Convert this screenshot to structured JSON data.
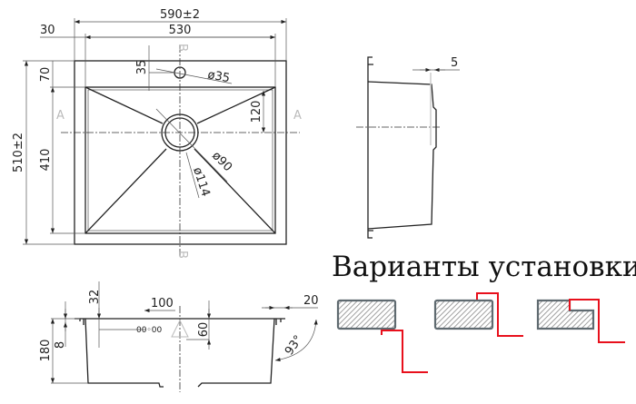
{
  "top_view": {
    "overall_width": "590±2",
    "bowl_width": "530",
    "rim_offset": "30",
    "overall_depth": "510±2",
    "bowl_depth": "410",
    "rear_rim": "70",
    "tap_hole_offset": "35",
    "tap_hole_diameter": "ø35",
    "drain_offset": "120",
    "drain_inner_diameter": "ø90",
    "drain_outer_diameter": "ø114",
    "section_a": "A",
    "section_b": "B"
  },
  "side_view": {
    "wall_slope": "5"
  },
  "section_view": {
    "rim_height": "32",
    "overflow_offset": "100",
    "overflow_height": "60",
    "flange_width": "20",
    "depth": "180",
    "rim_thickness": "8",
    "wall_angle": "93°"
  },
  "installation": {
    "title": "Варианты установки"
  }
}
